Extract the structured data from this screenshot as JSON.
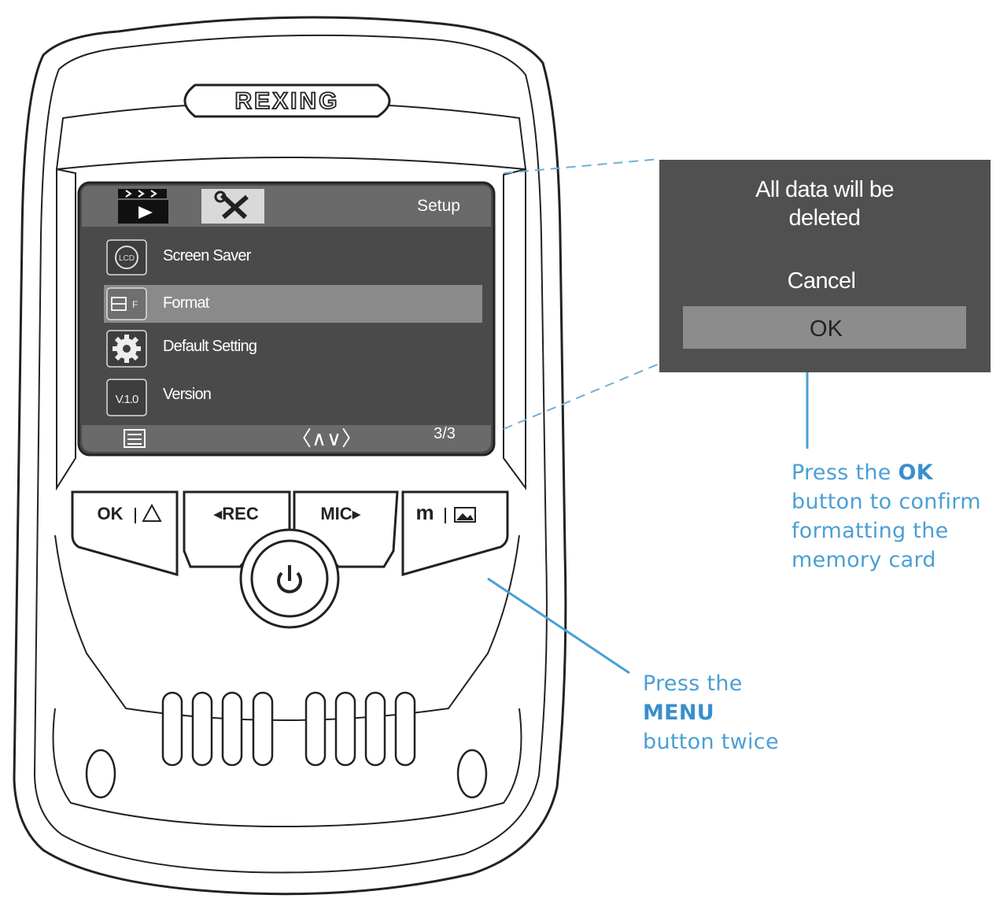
{
  "camera": {
    "brand": "REXING",
    "screen": {
      "header_title": "Setup",
      "menu_items": [
        {
          "icon": "lcd-icon",
          "label": "Screen Saver"
        },
        {
          "icon": "format-icon",
          "label": "Format",
          "selected": true
        },
        {
          "icon": "gear-icon",
          "label": "Default Setting"
        },
        {
          "icon": "version-icon",
          "label": "Version"
        }
      ],
      "version_badge": "V.1.0",
      "lcd_badge": "LCD",
      "footer_nav": "〈∧∨〉",
      "page_indicator": "3/3"
    },
    "buttons": {
      "ok": "OK",
      "rec": "◂REC",
      "mic": "MIC▸",
      "menu": "m"
    }
  },
  "dialog": {
    "message": [
      "All data will be",
      "deleted"
    ],
    "cancel": "Cancel",
    "ok": "OK"
  },
  "callouts": {
    "ok_text": {
      "prefix": "Press the ",
      "emphasis": "OK",
      "lines": [
        "button to confirm",
        "formatting the",
        "memory card"
      ]
    },
    "menu_text": {
      "prefix": "Press the",
      "emphasis": "MENU",
      "suffix": "button twice"
    }
  },
  "colors": {
    "accent": "#4a9fd4",
    "screen_bg": "#4a4a4a",
    "screen_header": "#6a6a6a",
    "selected_row": "#8a8a8a",
    "dialog_bg": "#505050",
    "dialog_ok_bg": "#8c8c8c"
  }
}
